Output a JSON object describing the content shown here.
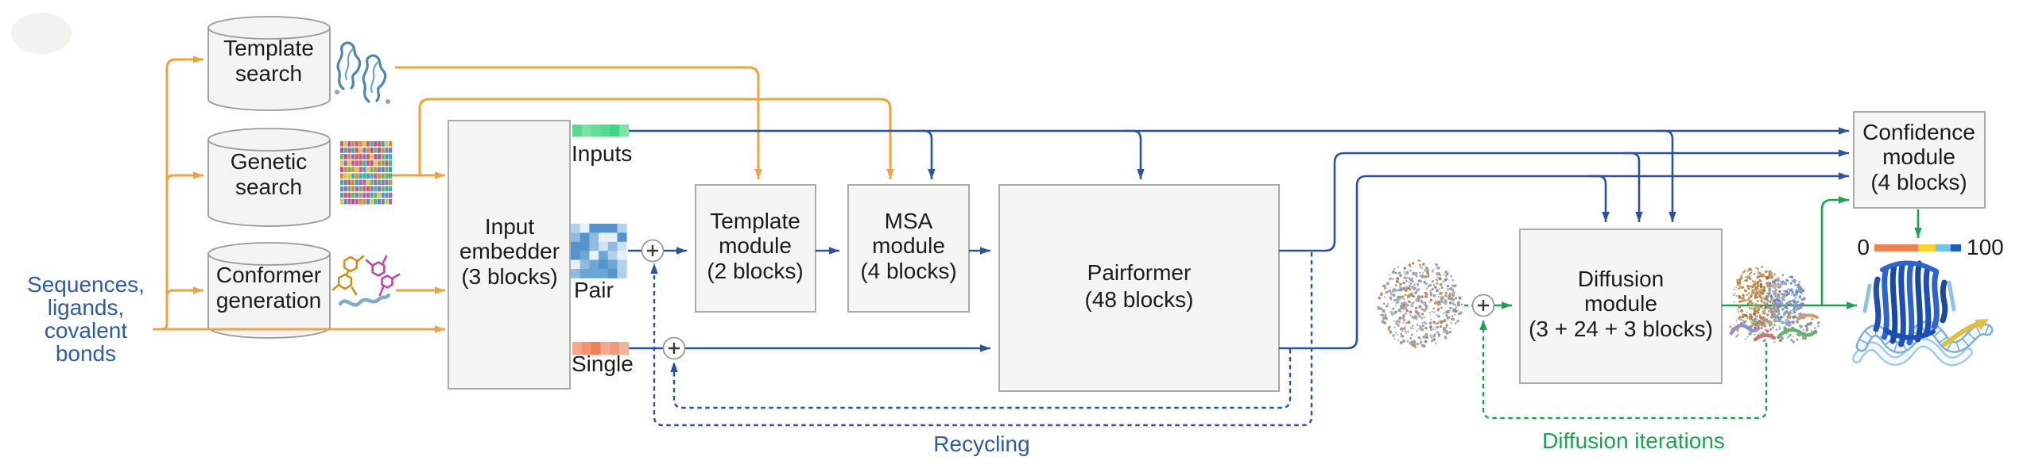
{
  "figure_title": "AlphaFold 3 architecture diagram",
  "input_label": {
    "l1": "Sequences,",
    "l2": "ligands,",
    "l3": "covalent",
    "l4": "bonds"
  },
  "databases": {
    "template_search": {
      "l1": "Template",
      "l2": "search"
    },
    "genetic_search": {
      "l1": "Genetic",
      "l2": "search"
    },
    "conformer_generation": {
      "l1": "Conformer",
      "l2": "generation"
    }
  },
  "modules": {
    "input_embedder": {
      "l1": "Input",
      "l2": "embedder",
      "l3": "(3 blocks)"
    },
    "template_module": {
      "l1": "Template",
      "l2": "module",
      "l3": "(2 blocks)"
    },
    "msa_module": {
      "l1": "MSA",
      "l2": "module",
      "l3": "(4 blocks)"
    },
    "pairformer": {
      "l1": "Pairformer",
      "l2": "(48 blocks)"
    },
    "diffusion_module": {
      "l1": "Diffusion",
      "l2": "module",
      "l3": "(3 + 24 + 3 blocks)"
    },
    "confidence_module": {
      "l1": "Confidence",
      "l2": "module",
      "l3": "(4 blocks)"
    }
  },
  "representations": {
    "inputs": "Inputs",
    "pair": "Pair",
    "single": "Single"
  },
  "loops": {
    "recycling": "Recycling",
    "diffusion_iterations": "Diffusion iterations"
  },
  "confidence_scale": {
    "min": "0",
    "max": "100",
    "segments": [
      "#F08050",
      "#FBD32F",
      "#6FC5EF",
      "#1D5BC4"
    ]
  },
  "colors": {
    "orange_arrow": "#EFA33C",
    "navy_arrow": "#2A52A0",
    "green_arrow": "#17A54F",
    "blue_text": "#2E5AA6",
    "green_text": "#1CA351",
    "box_fill": "#F5F5F3",
    "box_border": "#ABABAB",
    "cylinder_fill": "#F4F4F2",
    "cylinder_border": "#9A9A9A"
  },
  "palettes": {
    "inputs_bar": [
      "#7DE2A1",
      "#55DB8B",
      "#3ED680",
      "#63DF95",
      "#2FC873",
      "#6EC77E"
    ],
    "pair_matrix": [
      "#E7F0F9",
      "#CFE2F3",
      "#B3D1EA",
      "#8FBBE0",
      "#6BA6D6",
      "#5494CB"
    ],
    "single_bar": [
      "#F6A98F",
      "#F29270",
      "#EF8059",
      "#F5B59D",
      "#F09A7C",
      "#EE8A66"
    ],
    "msa_rows": [
      "#C85A8E",
      "#B44F9E",
      "#D98A3D",
      "#E0C23F",
      "#6AB05E",
      "#4F93C8",
      "#8E6EC0",
      "#C95F5F",
      "#3FAE9E"
    ],
    "noise_cloud": [
      "#9AA4AE",
      "#A8B0B8",
      "#8D99A5",
      "#B3BAC1",
      "#9AA4AE",
      "#C29060",
      "#B7845A",
      "#93A5BD"
    ],
    "mid_tan": [
      "#C08B52",
      "#B37D45",
      "#CC9A63",
      "#A16D3A",
      "#D4A873"
    ],
    "mid_slate": [
      "#8AA0C8",
      "#7B93BF",
      "#9BADD2",
      "#6D86B4"
    ],
    "mid_ribbons": [
      "#9B8CC8",
      "#6AAE72",
      "#C97878",
      "#CAA06A",
      "#88B6D6",
      "#7FAE88"
    ]
  }
}
